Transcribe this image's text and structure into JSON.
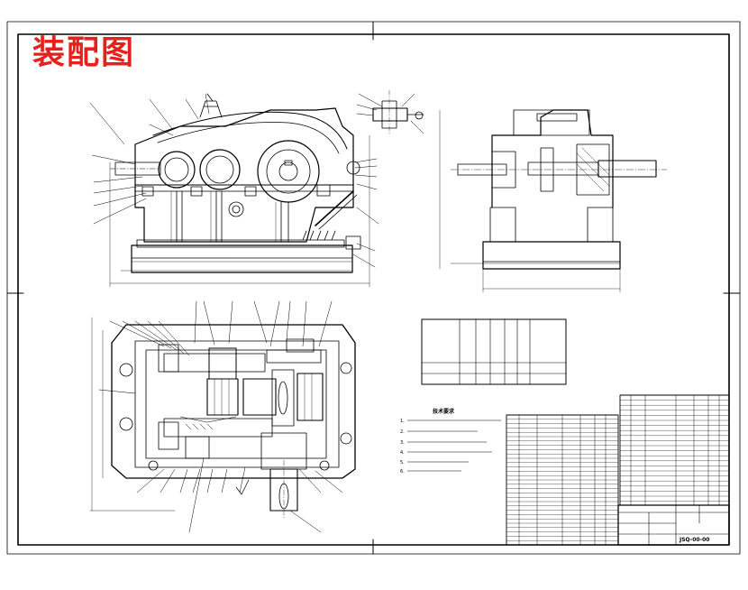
{
  "drawing": {
    "title": "装配图",
    "title_color": "#e6201b",
    "line_color": "#000000",
    "tech_req_title": "技术要求",
    "tech_req_items": [
      "1.",
      "2.",
      "3.",
      "4.",
      "5.",
      "6."
    ],
    "drawing_number": "JSQ-00-00"
  }
}
